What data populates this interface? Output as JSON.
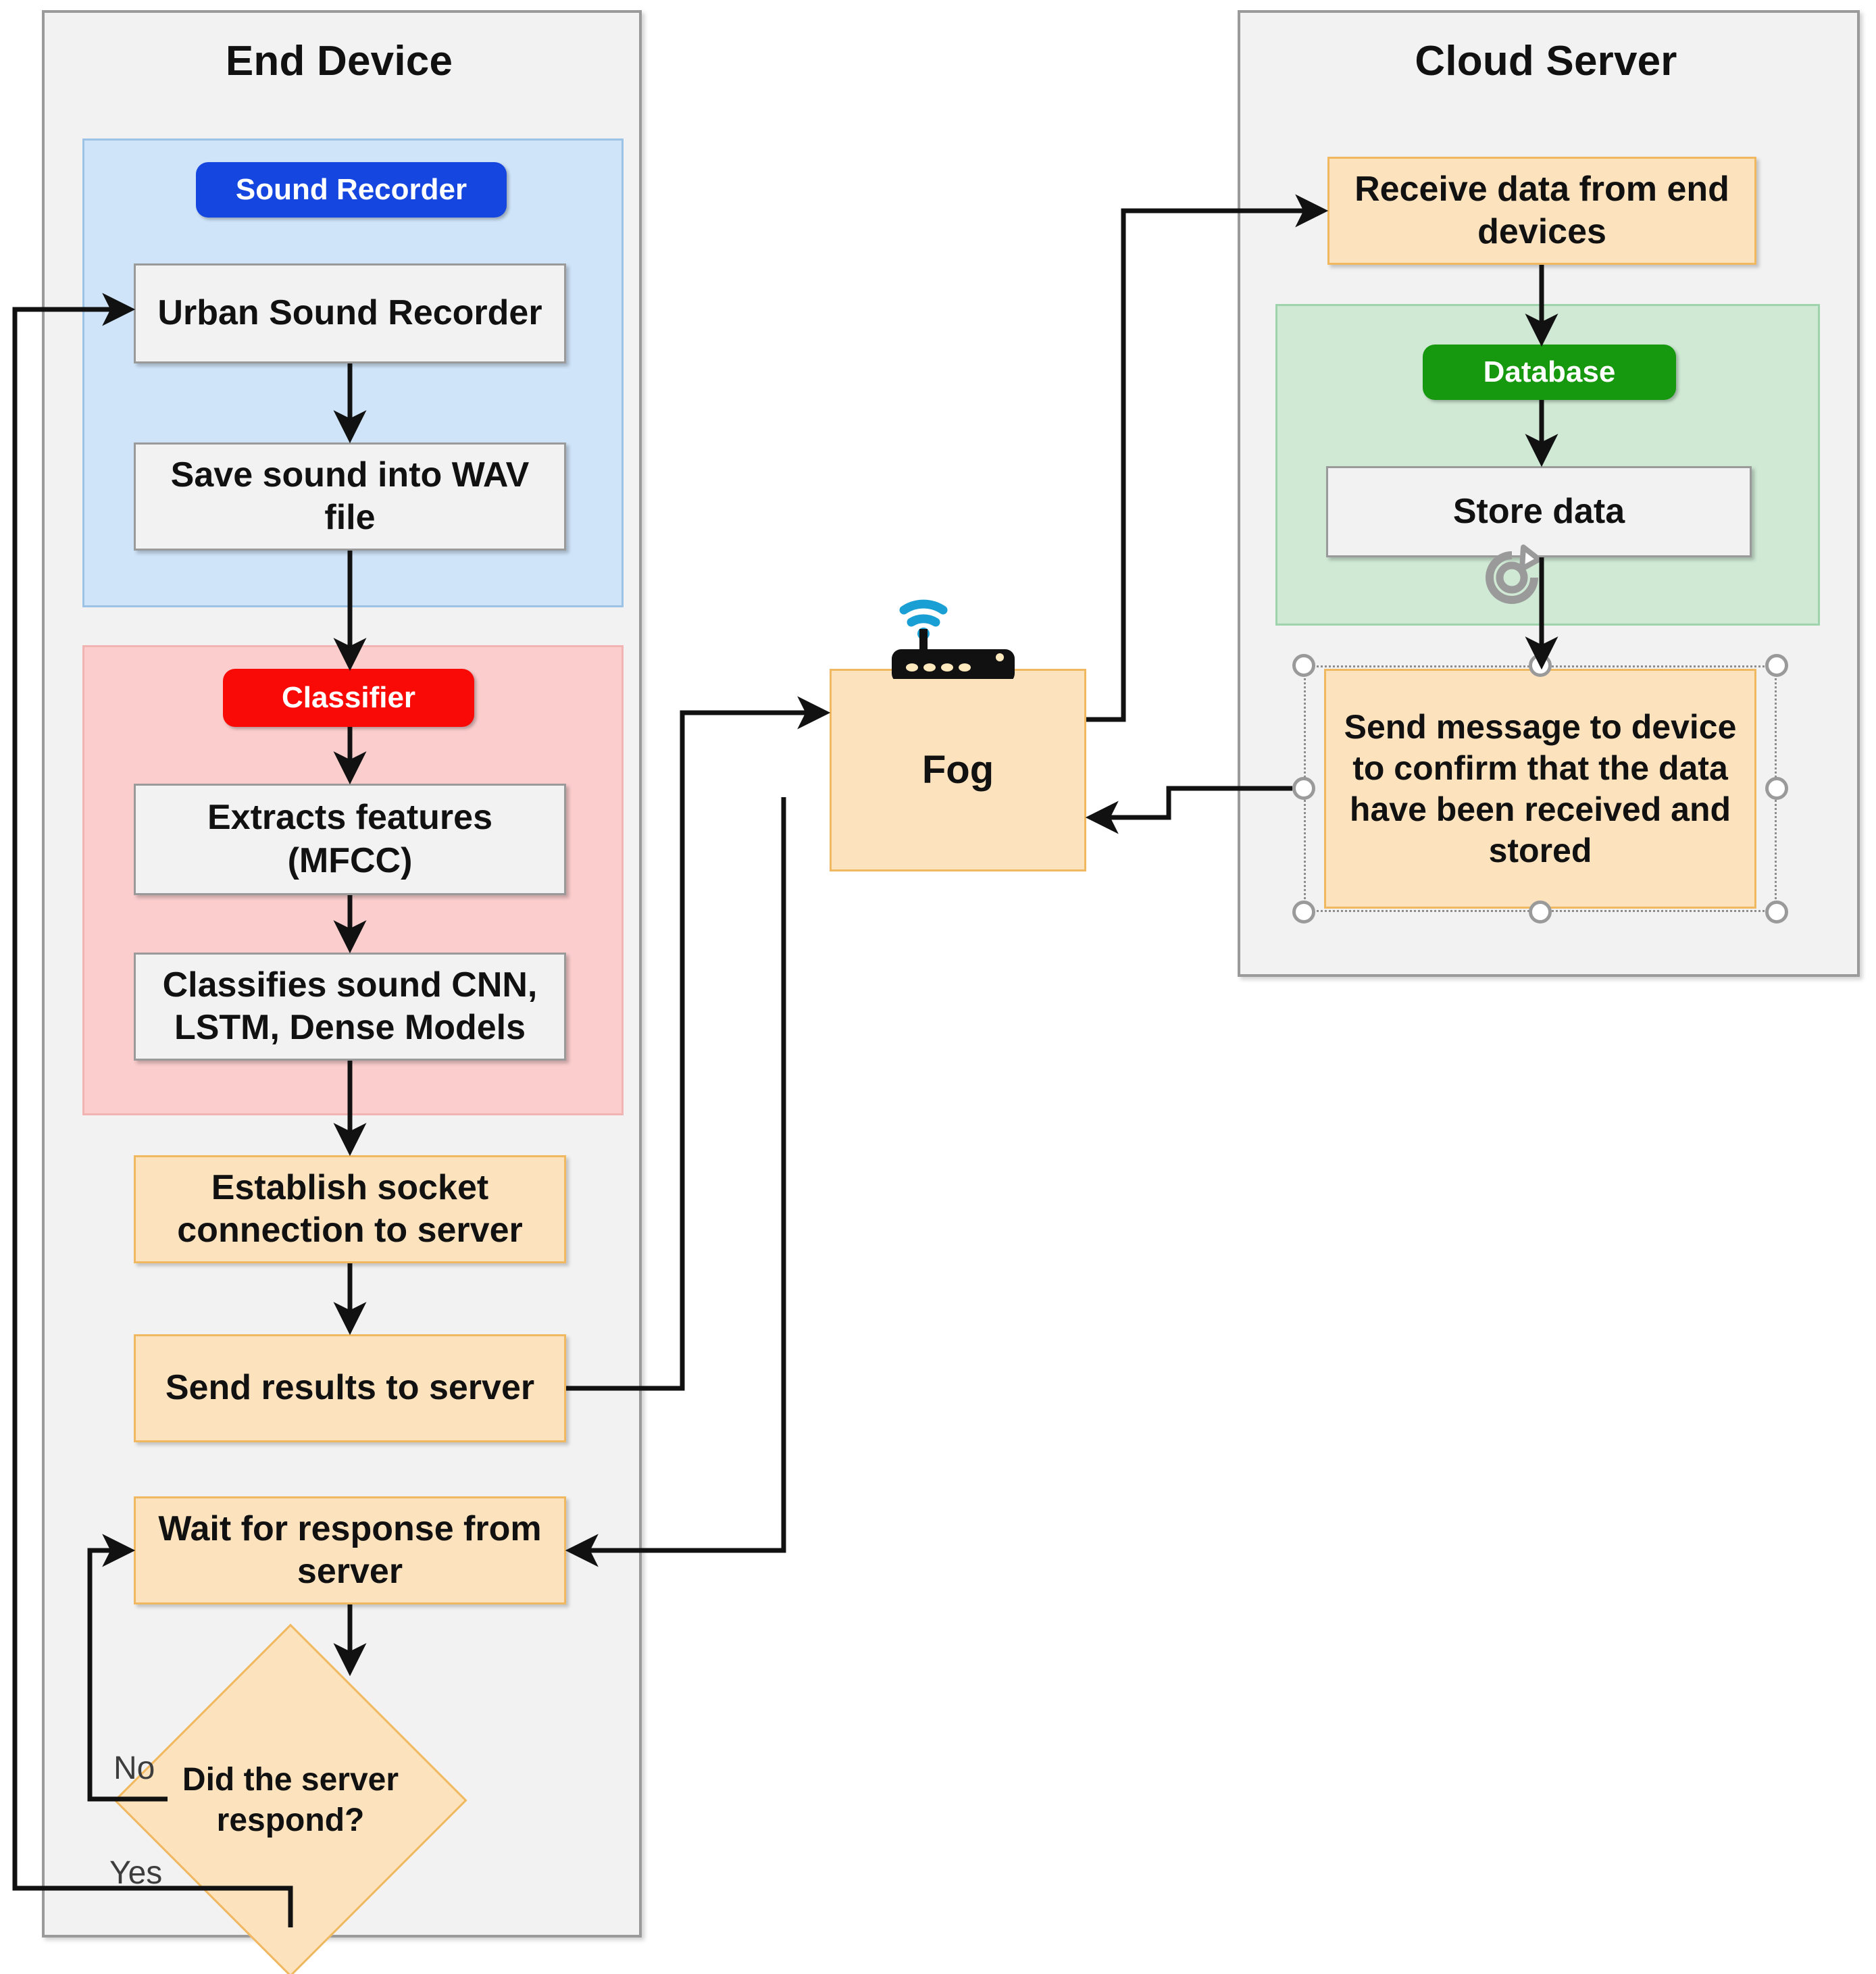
{
  "diagram": {
    "title": "IoT urban sound classification architecture flowchart",
    "lanes": [
      {
        "id": "end-device",
        "title": "End Device"
      },
      {
        "id": "cloud-server",
        "title": "Cloud Server"
      }
    ],
    "groups": [
      {
        "id": "sound-recorder",
        "pill": "Sound Recorder",
        "color": "#1547e0",
        "fill": "#cfe4f9"
      },
      {
        "id": "classifier",
        "pill": "Classifier",
        "color": "#fa0a07",
        "fill": "#fbcdcd"
      },
      {
        "id": "database",
        "pill": "Database",
        "color": "#16980f",
        "fill": "#cfe9d4"
      }
    ],
    "nodes": {
      "urban_sound_recorder": "Urban Sound Recorder",
      "save_sound": "Save sound into WAV file",
      "extract_features": "Extracts features (MFCC)",
      "classify_sound": "Classifies sound CNN, LSTM, Dense Models",
      "establish_socket": "Establish socket connection to server",
      "send_results": "Send results to server",
      "wait_response": "Wait for response from server",
      "decision": "Did the server respond?",
      "fog": "Fog",
      "receive_data": "Receive data from end devices",
      "store_data": "Store data",
      "send_message": "Send message to device to confirm that the data have been received and stored"
    },
    "edge_labels": {
      "no": "No",
      "yes": "Yes"
    },
    "icons": {
      "router": "wifi-router-icon",
      "rotate": "rotate-handle-icon"
    },
    "colors": {
      "lane_fill": "#f2f2f2",
      "lane_border": "#9a9a9a",
      "orange_fill": "#fce2bd",
      "orange_border": "#f0b860",
      "grey_fill": "#f2f2f2",
      "grey_border": "#9a9a9a",
      "blue_group": "#cfe4f9",
      "red_group": "#fbcdcd",
      "green_group": "#cfe9d4",
      "blue_pill": "#1547e0",
      "red_pill": "#fa0a07",
      "green_pill": "#16980f",
      "wifi": "#1a9fd4",
      "arrow": "#111111",
      "handle": "#9a9a9a"
    }
  }
}
